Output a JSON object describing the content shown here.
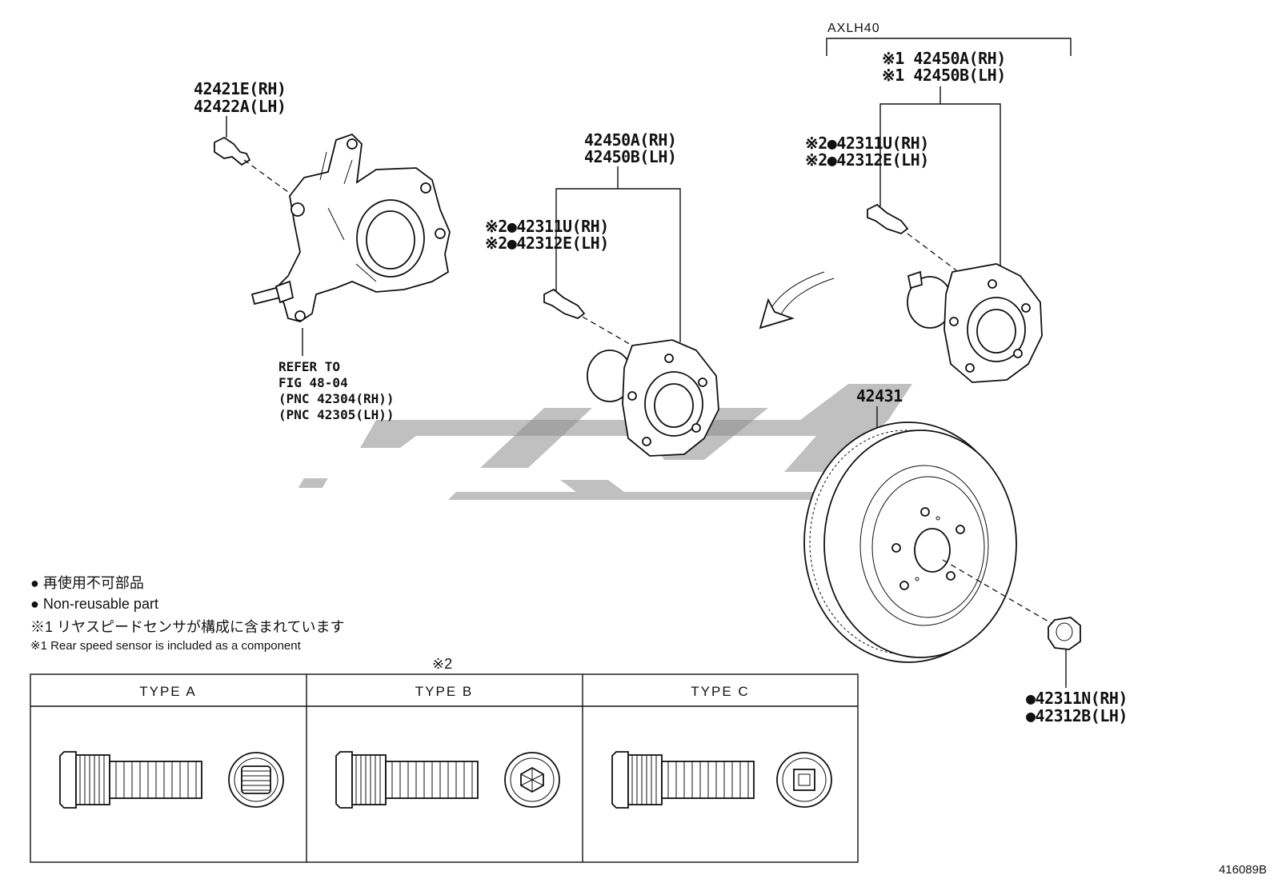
{
  "labels": {
    "axlh": "AXLH40",
    "hub_s1_rh": "※1 42450A(RH)",
    "hub_s1_lh": "※1 42450B(LH)",
    "bolt_right_rh": "※2●42311U(RH)",
    "bolt_right_lh": "※2●42312E(LH)",
    "knuckle_bolt_rh": "42421E(RH)",
    "knuckle_bolt_lh": "42422A(LH)",
    "hub_mid_rh": "42450A(RH)",
    "hub_mid_lh": "42450B(LH)",
    "bolt_mid_rh": "※2●42311U(RH)",
    "bolt_mid_lh": "※2●42312E(LH)",
    "refer_1": "REFER TO",
    "refer_2": "FIG 48-04",
    "refer_3": "(PNC 42304(RH))",
    "refer_4": "(PNC 42305(LH))",
    "disc": "42431",
    "nut_rh": "●42311N(RH)",
    "nut_lh": "●42312B(LH)",
    "ref_mark": "※2",
    "figure_id": "416089B"
  },
  "legend": {
    "jp_nonreuse": "● 再使用不可部品",
    "en_nonreuse": "● Non-reusable part",
    "jp_sensor": "※1 リヤスピードセンサが構成に含まれています",
    "en_sensor": "※1 Rear speed sensor is included as a component"
  },
  "table": {
    "headers": [
      "TYPE A",
      "TYPE B",
      "TYPE C"
    ]
  }
}
